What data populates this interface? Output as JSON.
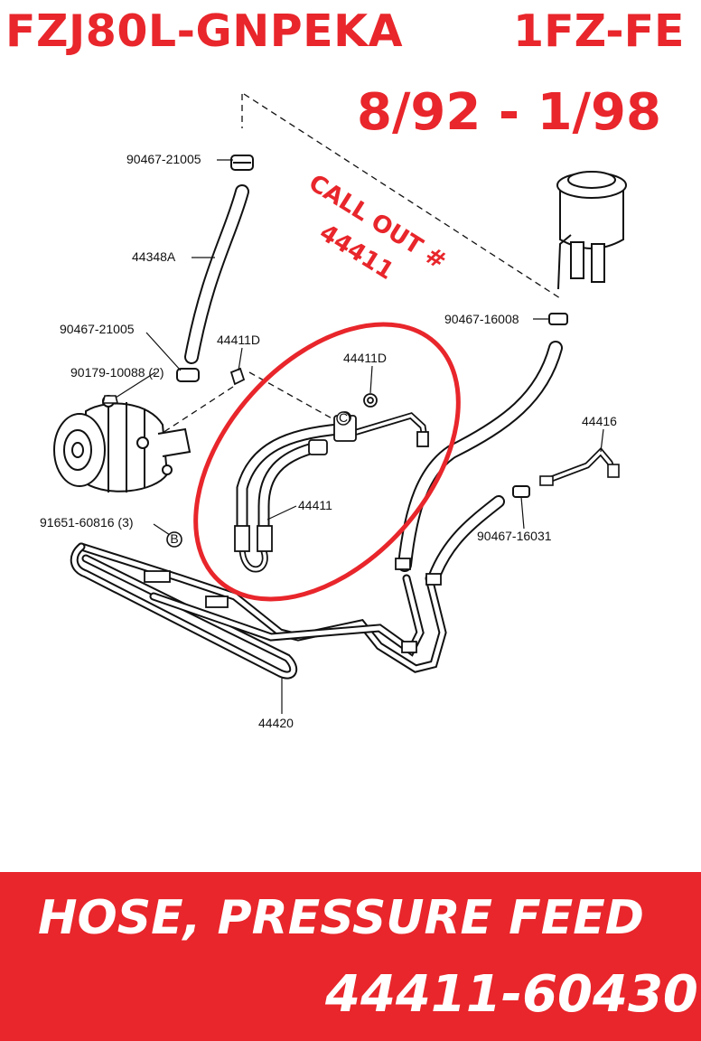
{
  "header": {
    "model": "FZJ80L-GNPEKA",
    "engine": "1FZ-FE",
    "years": "8/92 - 1/98"
  },
  "callout": {
    "line1": "CALL OUT #",
    "line2": "44411"
  },
  "labels": {
    "clamp_top": "90467-21005",
    "hose_return": "44348A",
    "clamp_pump": "90467-21005",
    "bolt_pump": "90179-10088 (2)",
    "gasket_left": "44411D",
    "gasket_right": "44411D",
    "hose_pressure": "44411",
    "clamp_tank": "90467-16008",
    "tube_right": "44416",
    "clamp_right": "90467-16031",
    "bolt_cooler": "91651-60816 (3)",
    "bolt_marker": "B",
    "pump_marker": "C",
    "cooler": "44420"
  },
  "banner": {
    "title": "HOSE, PRESSURE FEED",
    "part_number": "44411-60430"
  },
  "colors": {
    "accent_red": "#e8262b",
    "line": "#111111",
    "banner_text": "#ffffff"
  }
}
